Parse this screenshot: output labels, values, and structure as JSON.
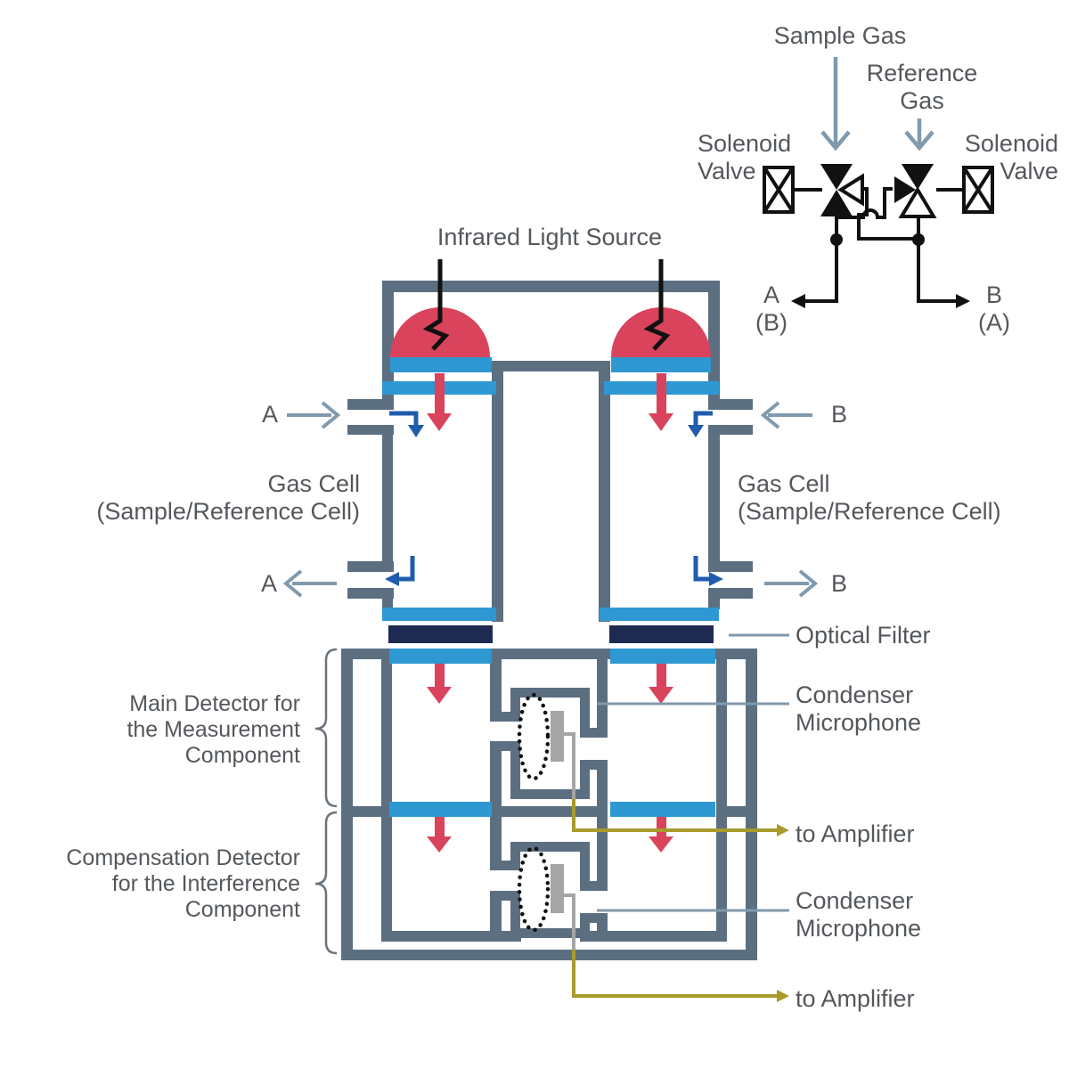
{
  "valve_unit": {
    "sample_gas": "Sample Gas",
    "reference_gas": [
      "Reference",
      "Gas"
    ],
    "solenoid_valve": [
      "Solenoid",
      "Valve"
    ],
    "out_a": [
      "A",
      "(B)"
    ],
    "out_b": [
      "B",
      "(A)"
    ]
  },
  "analyzer": {
    "infrared_label": "Infrared Light Source",
    "gas_cell": [
      "Gas Cell",
      "(Sample/Reference Cell)"
    ],
    "optical_filter": "Optical Filter",
    "condenser_microphone": [
      "Condenser",
      "Microphone"
    ],
    "to_amplifier": "to Amplifier",
    "main_detector": [
      "Main Detector for",
      "the Measurement",
      "Component"
    ],
    "compensation_detector": [
      "Compensation Detector",
      "for the Interference",
      "Component"
    ],
    "port_a": "A",
    "port_b": "B"
  },
  "colors": {
    "wall_slate": "#5c6f81",
    "window_blue": "#2e98d2",
    "optical_filter_navy": "#1e2a52",
    "infrared_red": "#d9435c",
    "flow_blue": "#1f5cad",
    "label_steel": "#8099ad",
    "amplifier_olive": "#a89b2b",
    "wire_gray": "#a5a5a5",
    "text_gray": "#54585c",
    "line_black": "#111111"
  }
}
